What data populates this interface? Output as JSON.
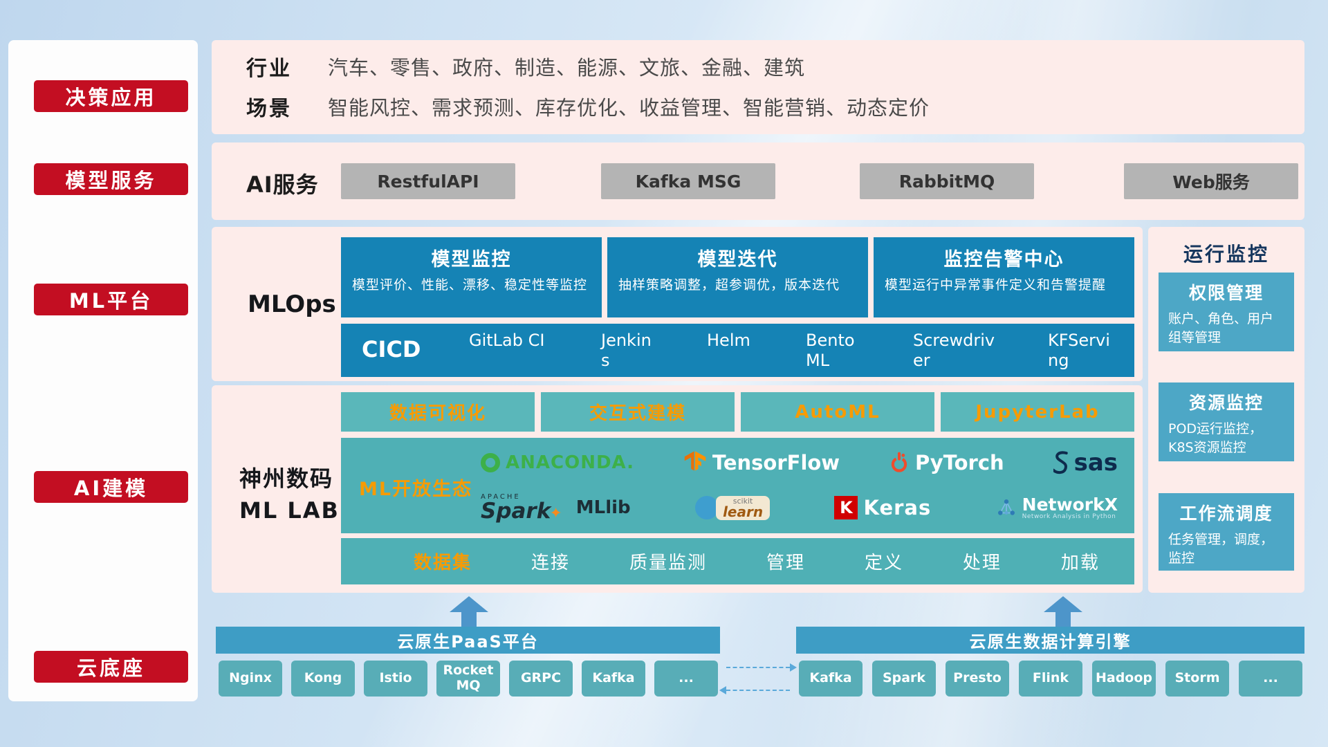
{
  "sidebar": {
    "items": [
      {
        "label": "决策应用"
      },
      {
        "label": "模型服务"
      },
      {
        "label": "ML平台"
      },
      {
        "label": "AI建模"
      },
      {
        "label": "云底座"
      }
    ]
  },
  "industry": {
    "label1": "行业",
    "text1": "汽车、零售、政府、制造、能源、文旅、金融、建筑",
    "label2": "场景",
    "text2": "智能风控、需求预测、库存优化、收益管理、智能营销、动态定价"
  },
  "ai_services": {
    "label": "AI服务",
    "buttons": [
      "RestfulAPI",
      "Kafka MSG",
      "RabbitMQ",
      "Web服务"
    ]
  },
  "mlops": {
    "label": "MLOps",
    "cards": [
      {
        "title": "模型监控",
        "desc": "模型评价、性能、漂移、稳定性等监控"
      },
      {
        "title": "模型迭代",
        "desc": "抽样策略调整，超参调优，版本迭代"
      },
      {
        "title": "监控告警中心",
        "desc": "模型运行中异常事件定义和告警提醒"
      }
    ],
    "cicd_label": "CICD",
    "cicd_items": [
      "GitLab CI",
      "Jenkins",
      "Helm",
      "BentoML",
      "Screwdriver",
      "KFServing"
    ]
  },
  "mllab": {
    "org_line1": "神州数码",
    "org_line2": "ML LAB",
    "tools": [
      "数据可视化",
      "交互式建模",
      "AutoML",
      "JupyterLab"
    ],
    "eco": {
      "label": "ML开放生态",
      "logos": {
        "anaconda": {
          "name": "ANACONDA."
        },
        "tensorflow": {
          "name": "TensorFlow"
        },
        "pytorch": {
          "name": "PyTorch"
        },
        "sas": {
          "name": "sas"
        },
        "spark": {
          "apache": "APACHE",
          "name": "Spark",
          "mllib": "MLlib"
        },
        "sklearn": {
          "scikit": "scikit",
          "name": "learn"
        },
        "keras": {
          "k": "K",
          "name": "Keras"
        },
        "networkx": {
          "name": "NetworkX",
          "subtitle": "Network Analysis in Python"
        }
      }
    },
    "dataset": {
      "label": "数据集",
      "items": [
        "连接",
        "质量监测",
        "管理",
        "定义",
        "处理",
        "加载"
      ]
    }
  },
  "monitor": {
    "title": "运行监控",
    "cards": [
      {
        "title": "权限管理",
        "desc": "账户、角色、用户组等管理"
      },
      {
        "title": "资源监控",
        "desc": "POD运行监控，K8S资源监控"
      },
      {
        "title": "工作流调度",
        "desc": "任务管理，调度，监控"
      }
    ]
  },
  "bottom": {
    "paas": {
      "title": "云原生PaaS平台",
      "items": [
        "Nginx",
        "Kong",
        "Istio",
        "RocketMQ",
        "GRPC",
        "Kafka",
        "..."
      ]
    },
    "engine": {
      "title": "云原生数据计算引擎",
      "items": [
        "Kafka",
        "Spark",
        "Presto",
        "Flink",
        "Hadoop",
        "Storm",
        "..."
      ]
    }
  },
  "icons": {
    "spark_star": "✦"
  },
  "colors": {
    "red": "#c30e22",
    "panel_pink": "#fdecea",
    "deep_blue": "#1583b5",
    "teal": "#4fb0b5",
    "teal_light": "#5ab7ba",
    "orange": "#f79b04",
    "bar_blue": "#3e9dc5",
    "pill_teal": "#58adb7",
    "card_blue": "#4da7c6",
    "gray_btn": "#b4b4b4"
  }
}
